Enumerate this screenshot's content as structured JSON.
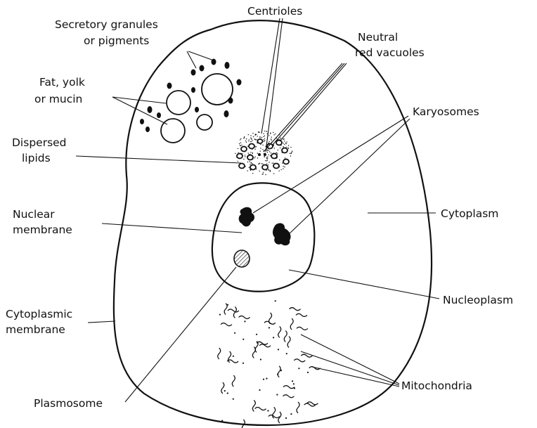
{
  "labels": {
    "secretory_1": "Secretory granules",
    "secretory_2": "or pigments",
    "centrioles": "Centrioles",
    "neutral_1": "Neutral",
    "neutral_2": "red vacuoles",
    "fat_1": "Fat, yolk",
    "fat_2": "or mucin",
    "karyosomes": "Karyosomes",
    "lipids_1": "Dispersed",
    "lipids_2": "lipids",
    "nuclear_1": "Nuclear",
    "nuclear_2": "membrane",
    "cytoplasm": "Cytoplasm",
    "nucleoplasm": "Nucleoplasm",
    "cytomem_1": "Cytoplasmic",
    "cytomem_2": "membrane",
    "mitochondria": "Mitochondria",
    "plasmosome": "Plasmosome"
  },
  "colors": {
    "ink": "#111111",
    "background": "#ffffff"
  }
}
